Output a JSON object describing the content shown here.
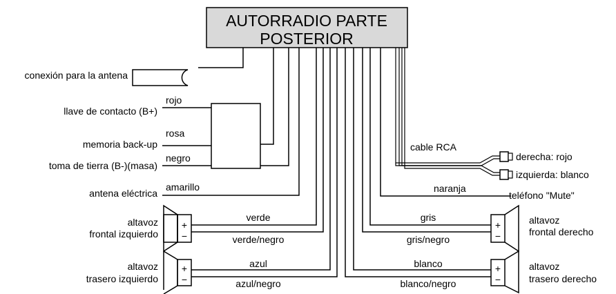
{
  "header": {
    "line1": "AUTORRADIO PARTE",
    "line2": "POSTERIOR"
  },
  "left": {
    "antenna": "conexión para la antena",
    "ignition": "llave de contacto (B+)",
    "memory": "memoria back-up",
    "ground": "toma de tierra (B-)(masa)",
    "power_antenna": "antena eléctrica"
  },
  "wires": {
    "rojo": "rojo",
    "rosa": "rosa",
    "negro": "negro",
    "amarillo": "amarillo",
    "verde": "verde",
    "verde_negro": "verde/negro",
    "azul": "azul",
    "azul_negro": "azul/negro",
    "gris": "gris",
    "gris_negro": "gris/negro",
    "blanco": "blanco",
    "blanco_negro": "blanco/negro",
    "cable_rca": "cable RCA",
    "naranja": "naranja"
  },
  "right": {
    "rca_right": "derecha: rojo",
    "rca_left": "izquierda: blanco",
    "mute": "teléfono \"Mute\""
  },
  "speakers": {
    "fl_1": "altavoz",
    "fl_2": "frontal izquierdo",
    "rl_1": "altavoz",
    "rl_2": "trasero izquierdo",
    "fr_1": "altavoz",
    "fr_2": "frontal derecho",
    "rr_1": "altavoz",
    "rr_2": "trasero derecho",
    "plus": "+",
    "minus": "−"
  }
}
